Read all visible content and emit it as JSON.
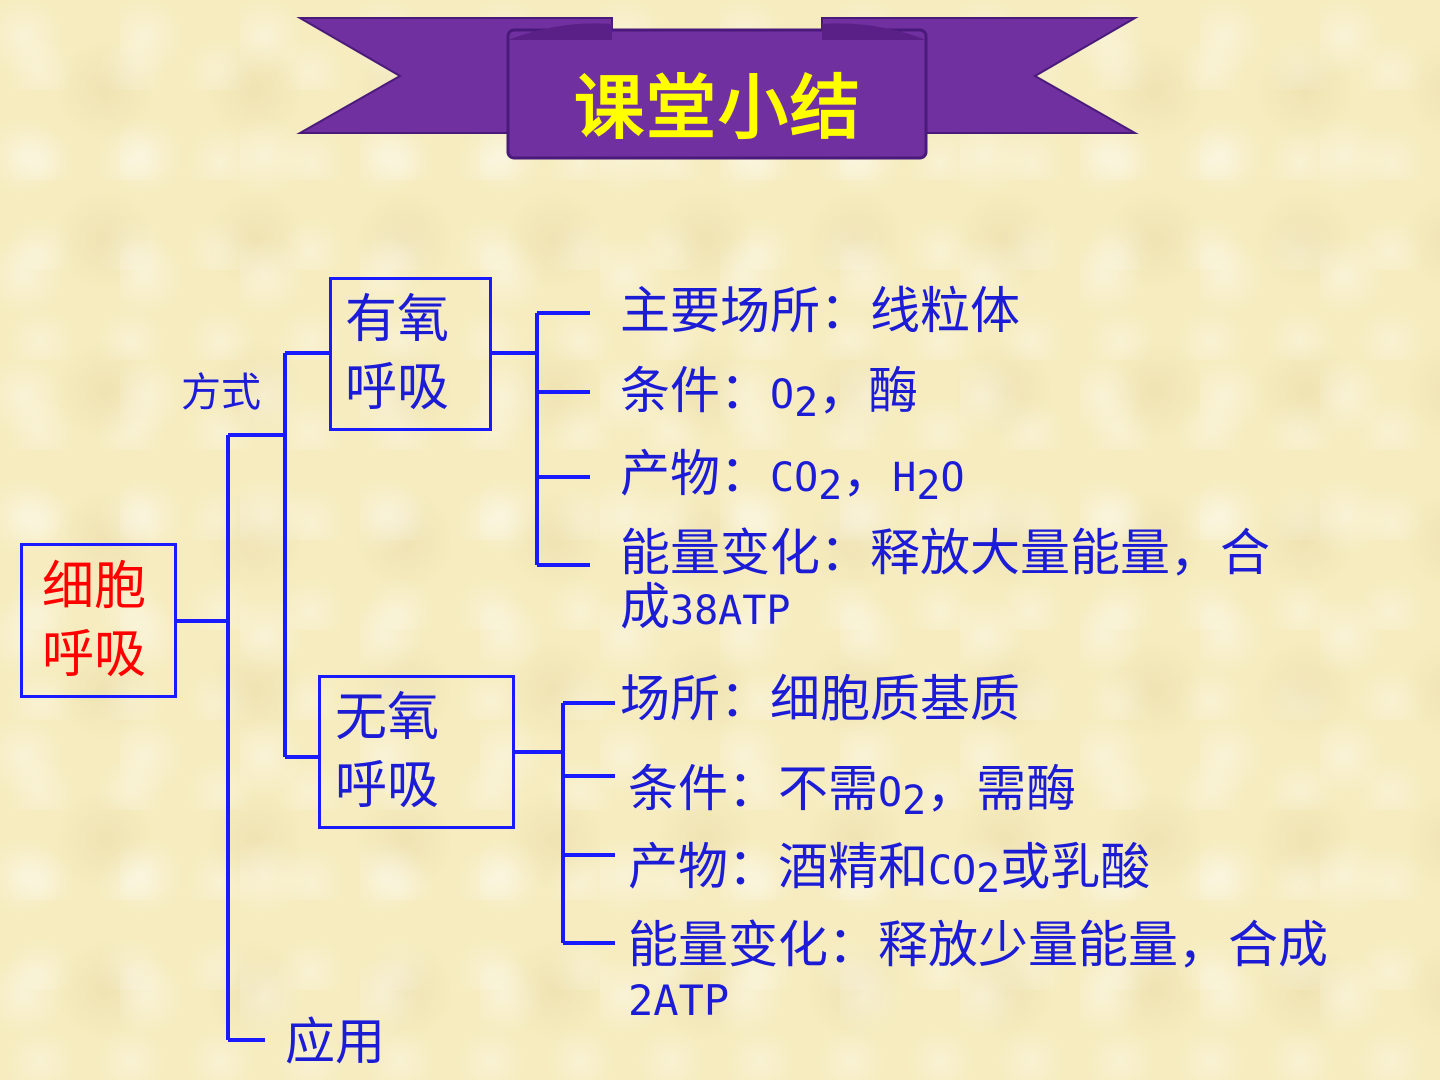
{
  "banner": {
    "title": "课堂小结"
  },
  "root": {
    "line1": "细胞",
    "line2": "呼吸"
  },
  "labels": {
    "method": "方式",
    "application": "应用"
  },
  "aerobic": {
    "line1": "有氧",
    "line2": "呼吸",
    "site": "主要场所：线粒体",
    "cond_prefix": "条件：",
    "cond_o": "O",
    "cond_sub": "2",
    "cond_suffix": "，酶",
    "prod_prefix": "产物：",
    "prod_co": "CO",
    "prod_sub1": "2",
    "prod_mid": "，",
    "prod_h": "H",
    "prod_sub2": "2",
    "prod_o": "O",
    "energy_line1": "能量变化：释放大量能量，合",
    "energy_line2a": "成",
    "energy_line2b": "38ATP"
  },
  "anaerobic": {
    "line1": "无氧",
    "line2": "呼吸",
    "site": "场所：细胞质基质",
    "cond_prefix": "条件：不需",
    "cond_o": "O",
    "cond_sub": "2",
    "cond_suffix": "，需酶",
    "prod_prefix": "产物：酒精和",
    "prod_co": "CO",
    "prod_sub": "2",
    "prod_suffix": "或乳酸",
    "energy_line1": "能量变化：释放少量能量，合成",
    "energy_line2": "2ATP"
  },
  "colors": {
    "line": "#1a1aff",
    "text": "#1c1cd6",
    "root_text": "#ff0000",
    "banner": "#7030a0",
    "banner_text": "#ffff00"
  }
}
